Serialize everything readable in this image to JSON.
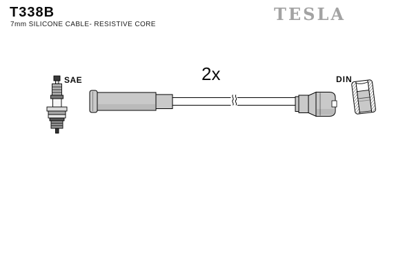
{
  "header": {
    "part_number": "T338B",
    "subtitle": "7mm SILICONE CABLE- RESISTIVE CORE",
    "brand": "TESLA"
  },
  "diagram": {
    "sae_label": "SAE",
    "quantity_label": "2x",
    "din_label": "DIN"
  },
  "colors": {
    "connector-gray": "#c9c9c9",
    "brand-gray": "#a3a3a3",
    "outline": "#000000",
    "background": "#ffffff"
  }
}
